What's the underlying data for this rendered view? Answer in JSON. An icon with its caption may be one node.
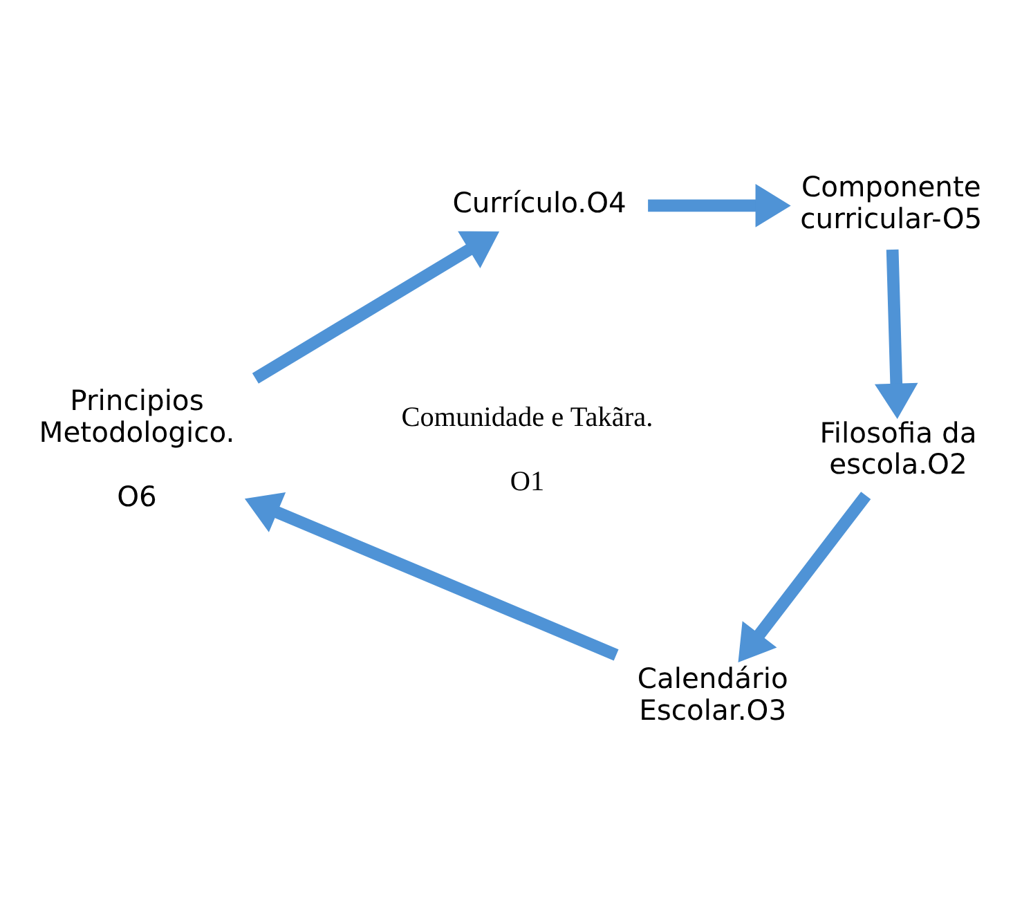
{
  "diagram": {
    "nodes": [
      {
        "text": [
          "Currículo.O4"
        ]
      },
      {
        "text": [
          "Componente curricular-O5"
        ]
      },
      {
        "text": [
          "Principios Metodologico.",
          "O6"
        ]
      },
      {
        "text": [
          "Comunidade e Takãra.",
          "O1"
        ]
      },
      {
        "text": [
          "Filosofia da escola.O2"
        ]
      },
      {
        "text": [
          "Calendário Escolar.O3"
        ]
      }
    ],
    "edges": [
      {
        "from": 0,
        "to": 1,
        "arrow": "to"
      },
      {
        "from": 1,
        "to": 4,
        "arrow": "to"
      },
      {
        "from": 4,
        "to": 5,
        "arrow": "to"
      },
      {
        "from": 5,
        "to": 2,
        "arrow": "to"
      },
      {
        "from": 2,
        "to": 0,
        "arrow": "to"
      }
    ]
  }
}
